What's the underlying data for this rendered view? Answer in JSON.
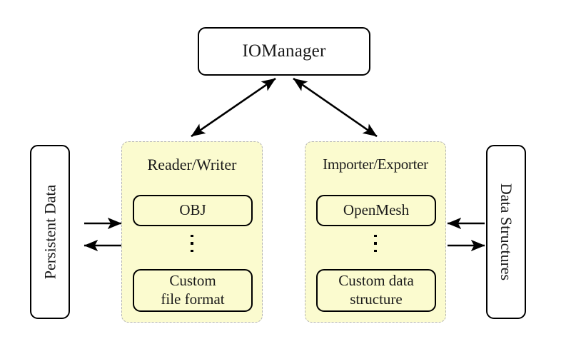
{
  "diagram": {
    "title_node": {
      "label": "IOManager"
    },
    "left_endpoint": {
      "label": "Persistent Data"
    },
    "right_endpoint": {
      "label": "Data Structures"
    },
    "groups": [
      {
        "id": "reader-writer",
        "title": "Reader/Writer",
        "top_item": "OBJ",
        "ellipsis": "vertical-dots",
        "bottom_item_line1": "Custom",
        "bottom_item_line2": "file format"
      },
      {
        "id": "importer-exporter",
        "title": "Importer/Exporter",
        "top_item": "OpenMesh",
        "ellipsis": "vertical-dots",
        "bottom_item_line1": "Custom data",
        "bottom_item_line2": "structure"
      }
    ],
    "connections": [
      {
        "name": "iomanager-to-reader-writer",
        "style": "double-headed-diagonal"
      },
      {
        "name": "iomanager-to-importer-exporter",
        "style": "double-headed-diagonal"
      },
      {
        "name": "persistent-data-to-reader-writer",
        "style": "single-arrow-right"
      },
      {
        "name": "reader-writer-to-persistent-data",
        "style": "single-arrow-left"
      },
      {
        "name": "data-structures-to-importer-exporter",
        "style": "single-arrow-left"
      },
      {
        "name": "importer-exporter-to-data-structures",
        "style": "single-arrow-right"
      }
    ],
    "colors": {
      "group_fill": "#fbfbcf",
      "group_border": "#b3b3b3",
      "node_border": "#000000",
      "node_fill": "#ffffff",
      "text": "#1a1a1a"
    }
  }
}
